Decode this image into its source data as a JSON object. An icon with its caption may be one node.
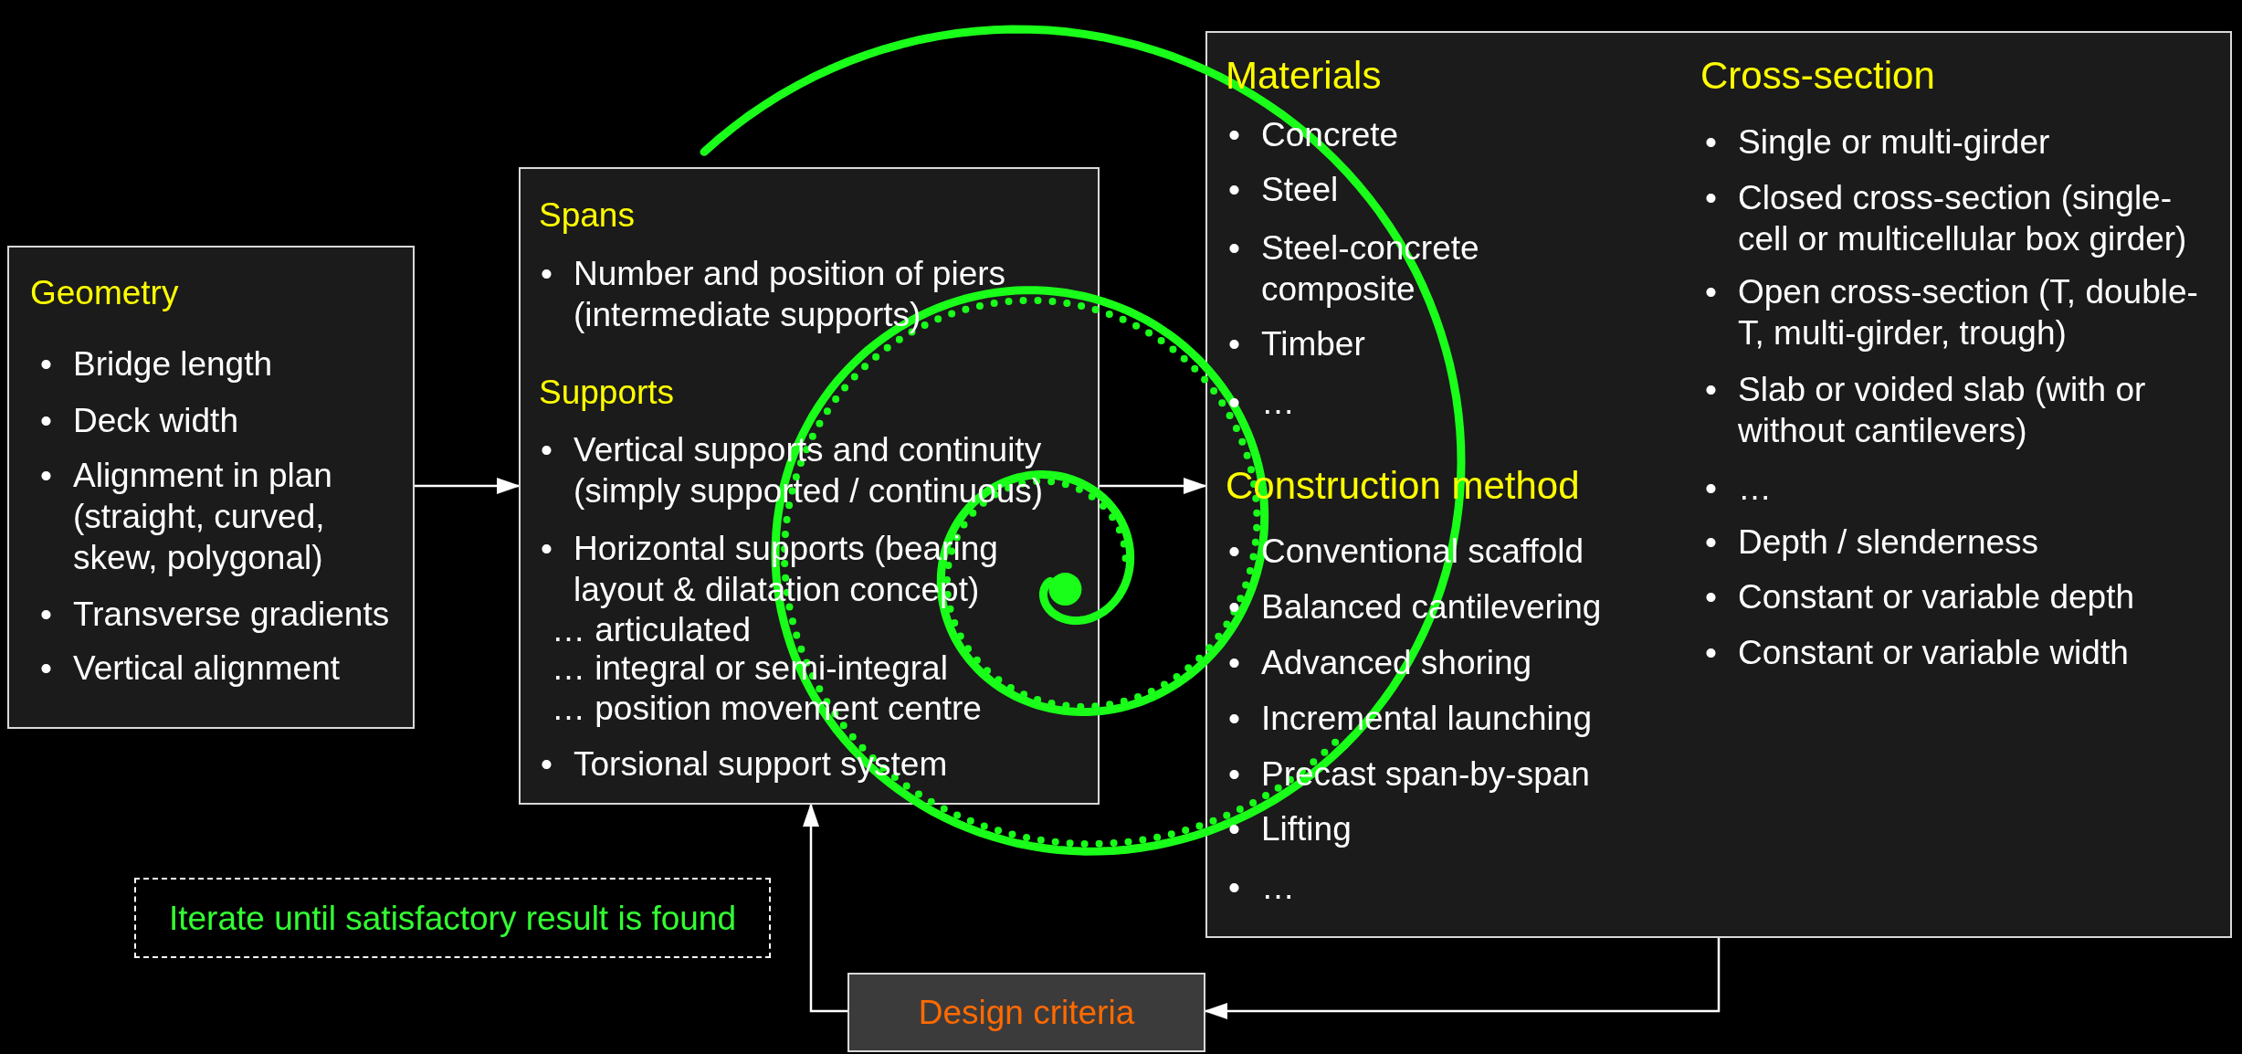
{
  "diagram": {
    "nodes": [
      {
        "text": [
          "Geometry",
          "• Bridge length",
          "• Deck width",
          "• Alignment in plan (straight, curved, skew, polygonal)",
          "• Transverse gradients",
          "• Vertical alignment"
        ]
      },
      {
        "text": [
          "Spans",
          "• Number and position of piers (intermediate supports)",
          "Supports",
          "• Vertical supports and continuity (simply supported / continuous)",
          "• Horizontal supports (bearing layout & dilatation concept)",
          "… articulated",
          "… integral or semi-integral",
          "… position movement centre",
          "• Torsional support system"
        ]
      },
      {
        "text": [
          "Materials",
          "• Concrete",
          "• Steel",
          "• Steel-concrete composite",
          "• Timber",
          "• …",
          "Construction method",
          "• Conventional scaffold",
          "• Balanced cantilevering",
          "• Advanced shoring",
          "• Incremental launching",
          "• Precast span-by-span",
          "• Lifting",
          "• …",
          "Cross-section",
          "• Single or multi-girder",
          "• Closed cross-section (single-cell or multicellular box girder)",
          "• Open cross-section (T, double-T, multi-girder, trough)",
          "• Slab or voided slab (with or without cantilevers)",
          "• …",
          "• Depth / slenderness",
          "• Constant or variable depth",
          "• Constant or variable width"
        ]
      },
      {
        "text": [
          "Design criteria"
        ]
      },
      {
        "text": [
          "Iterate until satisfactory result is found"
        ]
      }
    ],
    "edges": [
      {
        "from": 0,
        "to": 1,
        "arrow": "to"
      },
      {
        "from": 1,
        "to": 2,
        "arrow": "to"
      },
      {
        "from": 2,
        "to": 3,
        "arrow": "to"
      },
      {
        "from": 3,
        "to": 1,
        "arrow": "to"
      }
    ]
  }
}
